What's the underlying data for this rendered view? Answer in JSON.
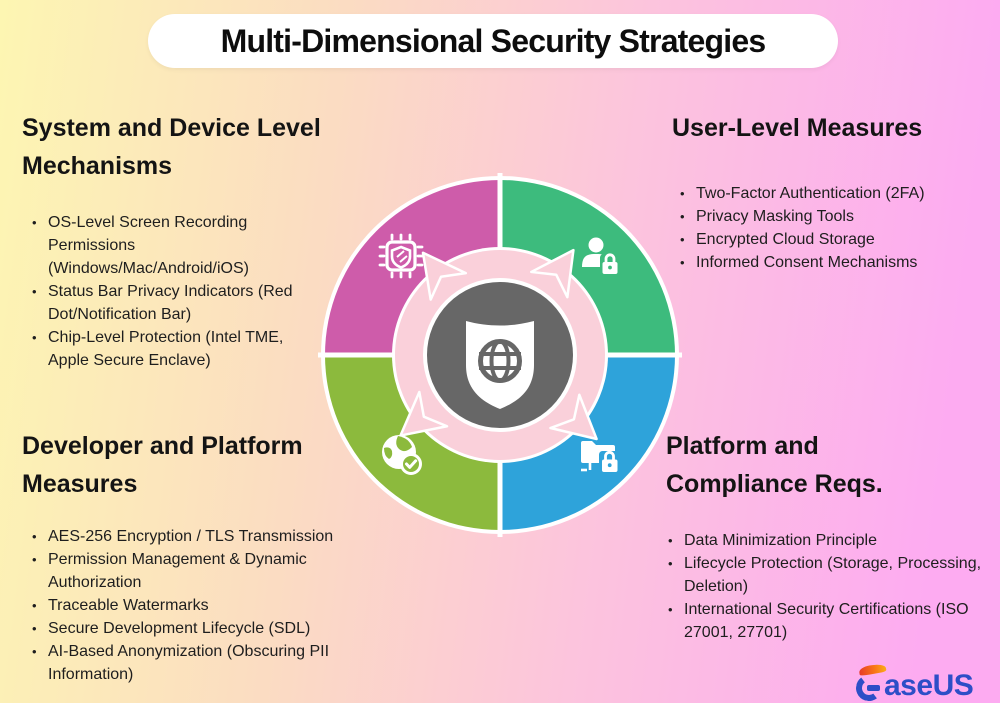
{
  "title": "Multi-Dimensional Security Strategies",
  "sections": {
    "system": {
      "heading": "System and Device Level Mechanisms",
      "items": [
        "OS-Level Screen Recording Permissions (Windows/Mac/Android/iOS)",
        "Status Bar Privacy Indicators (Red Dot/Notification Bar)",
        "Chip-Level Protection (Intel TME, Apple Secure Enclave)"
      ]
    },
    "user": {
      "heading": "User-Level Measures",
      "items": [
        "Two-Factor Authentication (2FA)",
        "Privacy Masking Tools",
        "Encrypted Cloud Storage",
        "Informed Consent Mechanisms"
      ]
    },
    "developer": {
      "heading": "Developer and Platform Measures",
      "items": [
        "AES-256 Encryption / TLS Transmission",
        "Permission Management & Dynamic Authorization",
        "Traceable Watermarks",
        "Secure Development Lifecycle (SDL)",
        "AI-Based Anonymization (Obscuring PII Information)"
      ]
    },
    "platform": {
      "heading": "Platform and Compliance Reqs.",
      "items": [
        "Data Minimization Principle",
        "Lifecycle Protection (Storage, Processing, Deletion)",
        "International Security Certifications (ISO 27001, 27701)"
      ]
    }
  },
  "diagram": {
    "quadrants": [
      {
        "position": "top-left",
        "color": "#ce5caa",
        "icon": "chip-shield-icon"
      },
      {
        "position": "top-right",
        "color": "#3dbb7d",
        "icon": "user-lock-icon"
      },
      {
        "position": "bottom-right",
        "color": "#2ea3da",
        "icon": "folder-lock-icon"
      },
      {
        "position": "bottom-left",
        "color": "#8cba3d",
        "icon": "globe-check-icon"
      }
    ],
    "ring_color": "#fad0da",
    "center_color": "#676767",
    "center_icon": "shield-globe-icon",
    "gap_color": "#ffffff"
  },
  "background": {
    "gradient_from": "#fdf6b2",
    "gradient_to": "#fdabf1"
  },
  "logo": {
    "brand": "EaseUS",
    "text_after_mark": "ase",
    "text_suffix": "US",
    "blue": "#2d4ec7"
  }
}
